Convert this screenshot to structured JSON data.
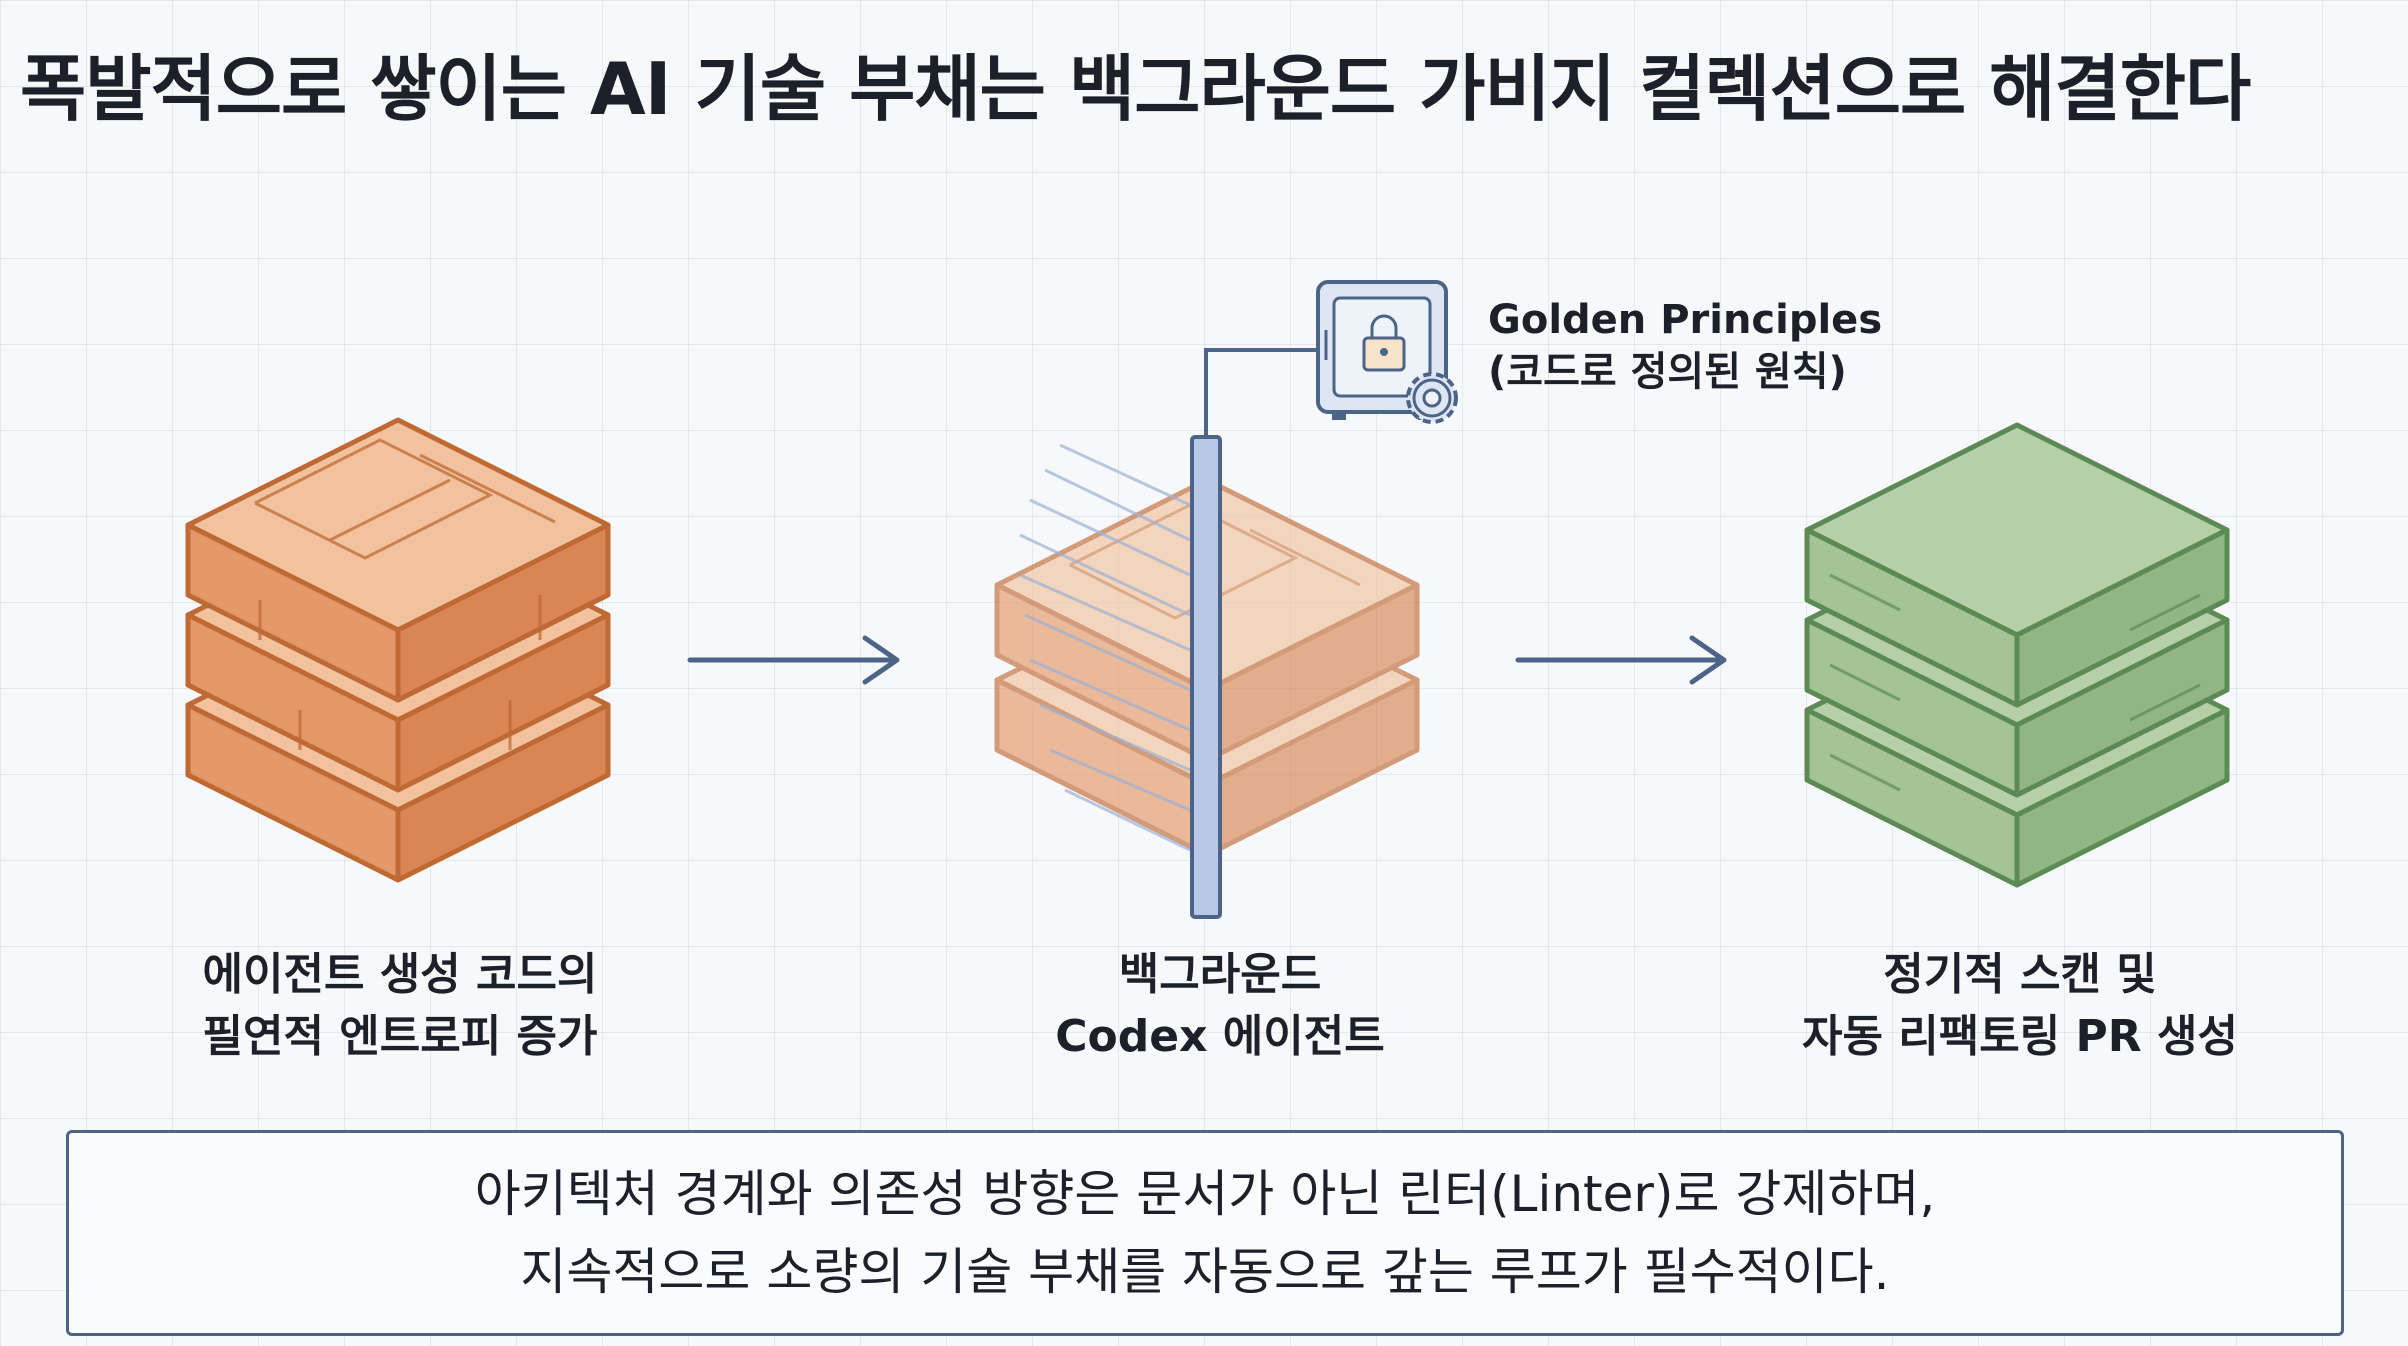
{
  "title": "폭발적으로 쌓이는 AI 기술 부채는 백그라운드 가비지 컬렉션으로 해결한다",
  "stages": {
    "left": {
      "line1": "에이전트 생성 코드의",
      "line2": "필연적 엔트로피 증가"
    },
    "middle": {
      "line1": "백그라운드",
      "line2": "Codex 에이전트"
    },
    "right": {
      "line1": "정기적 스캔 및",
      "line2": "자동 리팩토링 PR 생성"
    }
  },
  "principles": {
    "name": "Golden Principles",
    "desc": "(코드로 정의된 원칙)"
  },
  "summary": {
    "line1": "아키텍처 경계와 의존성 방향은 문서가 아닌 린터(Linter)로 강제하며,",
    "line2": "지속적으로 소량의 기술 부채를 자동으로 갚는 루프가 필수적이다."
  },
  "colors": {
    "orange_top": "#f2c29e",
    "orange_side": "#e39866",
    "orange_stroke": "#bf6a35",
    "green_top": "#b6cfa9",
    "green_side": "#98b98a",
    "green_stroke": "#5c8a55",
    "arrow": "#4c6487",
    "filter": "#b8c8e6"
  },
  "icons": [
    "lock-safe-icon",
    "gear-icon",
    "arrow-right-icon"
  ]
}
